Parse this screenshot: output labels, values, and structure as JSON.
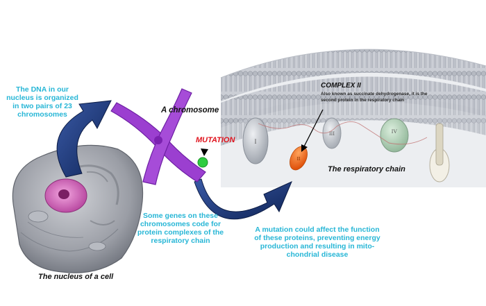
{
  "labels": {
    "dna_text_lines": [
      "The DNA in our",
      "nucleus is organized",
      "in two pairs of 23",
      "chromosomes"
    ],
    "chromosome_label": "A chromosome",
    "mutation_label": "MUTATION",
    "complex_title": "COMPLEX II",
    "complex_desc_lines": [
      "Also known as succinate dehydrogenase, it is the",
      "second protein in the respiratory chain"
    ],
    "respiratory_chain_label": "The respiratory chain",
    "genes_text_lines": [
      "Some genes on these",
      "chromosomes code for",
      "protein complexes of the",
      "respiratory chain"
    ],
    "mutation_effect_lines": [
      "A mutation could affect the function",
      "of these proteins, preventing energy",
      "production and resulting in mito-",
      "chondrial disease"
    ],
    "nucleus_label": "The nucleus of a cell"
  },
  "complex_numerals": [
    "I",
    "II",
    "III",
    "IV"
  ],
  "colors": {
    "text_cyan": "#27b6d6",
    "arrow_navy": "#1d3a78",
    "chromosome_purple": "#9b3fd0",
    "mutation_green": "#2ecc40",
    "complex_ii_orange": "#f06a1a",
    "mutation_red": "#e0141e"
  }
}
